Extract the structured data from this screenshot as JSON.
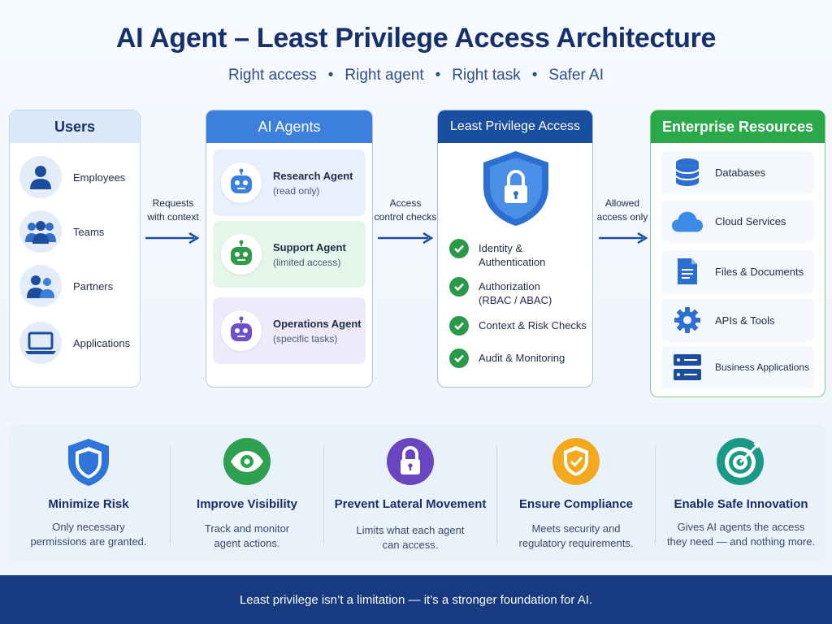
{
  "title": "AI Agent – Least Privilege Access Architecture",
  "subtitle": [
    "Right access",
    "Right agent",
    "Right task",
    "Safer AI"
  ],
  "users": {
    "heading": "Users",
    "items": [
      {
        "label": "Employees",
        "icon": "person-icon"
      },
      {
        "label": "Teams",
        "icon": "group-icon"
      },
      {
        "label": "Partners",
        "icon": "partners-icon"
      },
      {
        "label": "Applications",
        "icon": "laptop-icon"
      }
    ]
  },
  "arrows": {
    "a1": "Requests\nwith context",
    "a2": "Access\ncontrol checks",
    "a3": "Allowed\naccess only"
  },
  "agents": {
    "heading": "AI Agents",
    "items": [
      {
        "name": "Research Agent",
        "desc": "(read only)",
        "color": "#3d7fdc",
        "bg": "#e7f0fc"
      },
      {
        "name": "Support Agent",
        "desc": "(limited access)",
        "color": "#2e9a4a",
        "bg": "#e6f5ea"
      },
      {
        "name": "Operations Agent",
        "desc": "(specific tasks)",
        "color": "#6c4fc9",
        "bg": "#eeeafa"
      }
    ]
  },
  "access": {
    "heading": "Least Privilege Access",
    "checks": [
      {
        "line1": "Identity &",
        "line2": "Authentication"
      },
      {
        "line1": "Authorization",
        "line2": "(RBAC / ABAC)"
      },
      {
        "line1": "Context & Risk Checks",
        "line2": ""
      },
      {
        "line1": "Audit & Monitoring",
        "line2": ""
      }
    ]
  },
  "resources": {
    "heading": "Enterprise Resources",
    "items": [
      {
        "label": "Databases",
        "icon": "database-icon"
      },
      {
        "label": "Cloud Services",
        "icon": "cloud-icon"
      },
      {
        "label": "Files & Documents",
        "icon": "document-icon"
      },
      {
        "label": "APIs & Tools",
        "icon": "gear-icon"
      },
      {
        "label": "Business Applications",
        "icon": "server-icon"
      }
    ]
  },
  "benefits": [
    {
      "title": "Minimize Risk",
      "desc1": "Only necessary",
      "desc2": "permissions are granted.",
      "color": "#2f74d8",
      "icon": "shield-icon"
    },
    {
      "title": "Improve Visibility",
      "desc1": "Track and monitor",
      "desc2": "agent actions.",
      "color": "#2ea04f",
      "icon": "eye-icon"
    },
    {
      "title": "Prevent Lateral Movement",
      "desc1": "Limits what each agent",
      "desc2": "can access.",
      "color": "#6a45c2",
      "icon": "lock-icon"
    },
    {
      "title": "Ensure Compliance",
      "desc1": "Meets security and",
      "desc2": "regulatory requirements.",
      "color": "#f2a91d",
      "icon": "shield-check-icon"
    },
    {
      "title": "Enable Safe Innovation",
      "desc1": "Gives AI agents the access",
      "desc2": "they need — and nothing more.",
      "color": "#1a9a86",
      "icon": "target-icon"
    }
  ],
  "footer": "Least privilege isn’t a limitation — it’s a stronger foundation for AI."
}
